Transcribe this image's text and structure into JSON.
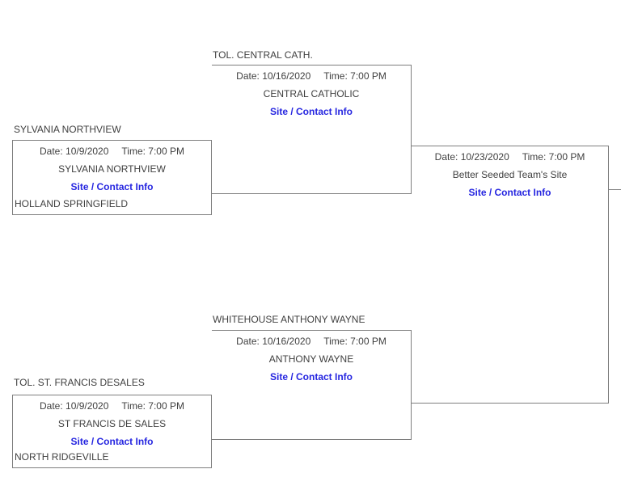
{
  "colors": {
    "line": "#7e7e7e",
    "text": "#3f3f3f",
    "link": "#2626e0",
    "background": "#ffffff"
  },
  "games": [
    {
      "round": "round1-top",
      "top_team": "SYLVANIA NORTHVIEW",
      "bottom_team": "HOLLAND SPRINGFIELD",
      "date": "Date: 10/9/2020",
      "time": "Time: 7:00 PM",
      "site": "SYLVANIA NORTHVIEW",
      "link": "Site / Contact Info"
    },
    {
      "round": "semifinal-top",
      "top_team": "TOL. CENTRAL CATH.",
      "date": "Date: 10/16/2020",
      "time": "Time: 7:00 PM",
      "site": "CENTRAL CATHOLIC",
      "link": "Site / Contact Info"
    },
    {
      "round": "final",
      "date": "Date: 10/23/2020",
      "time": "Time: 7:00 PM",
      "site": "Better Seeded Team's Site",
      "link": "Site / Contact Info"
    },
    {
      "round": "semifinal-bottom",
      "top_team": "WHITEHOUSE ANTHONY WAYNE",
      "date": "Date: 10/16/2020",
      "time": "Time: 7:00 PM",
      "site": "ANTHONY WAYNE",
      "link": "Site / Contact Info"
    },
    {
      "round": "round1-bottom",
      "top_team": "TOL. ST. FRANCIS DESALES",
      "bottom_team": "NORTH RIDGEVILLE",
      "date": "Date: 10/9/2020",
      "time": "Time: 7:00 PM",
      "site": "ST FRANCIS DE SALES",
      "link": "Site / Contact Info"
    }
  ]
}
